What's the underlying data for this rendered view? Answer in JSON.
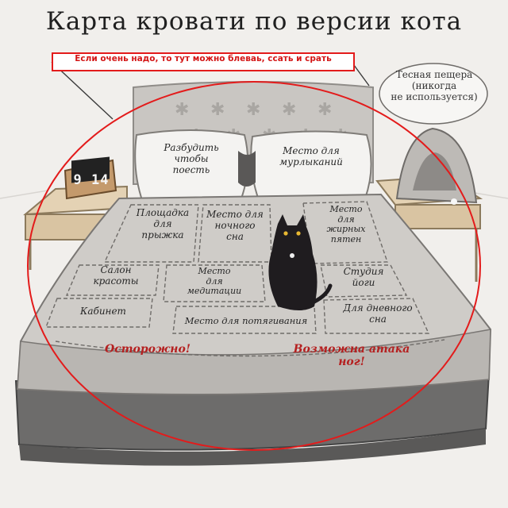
{
  "title": "Карта кровати по версии кота",
  "note": "Если очень надо, то тут можно блеваь, ссать и срать",
  "cave_label": "Тесная пещера\n(никогда\nне используется)",
  "clock": "9 14",
  "zones": {
    "wake_up": "Разбудить\nчтобы\nпоесть",
    "purr": "Место для\nмурлыканий",
    "jump": "Площадка\nдля\nпрыжка",
    "night_sleep": "Место для\nночного\nсна",
    "greasy_stains": "Место\nдля\nжирных\nпятен",
    "beauty_salon": "Салон\nкрасоты",
    "meditation": "Место\nдля\nмедитации",
    "yoga": "Студия\nйоги",
    "office": "Кабинет",
    "stretching": "Место для потягивания",
    "day_sleep": "Для дневного\nсна"
  },
  "warnings": {
    "careful": "Осторожно!",
    "leg_attack": "Возможна атака ног!"
  },
  "colors": {
    "annotation_red": "#e31b1b",
    "bedspread": "#cfccc8",
    "headboard": "#c9c6c2",
    "base": "#6d6c6b",
    "cat": "#1f1c1f"
  }
}
